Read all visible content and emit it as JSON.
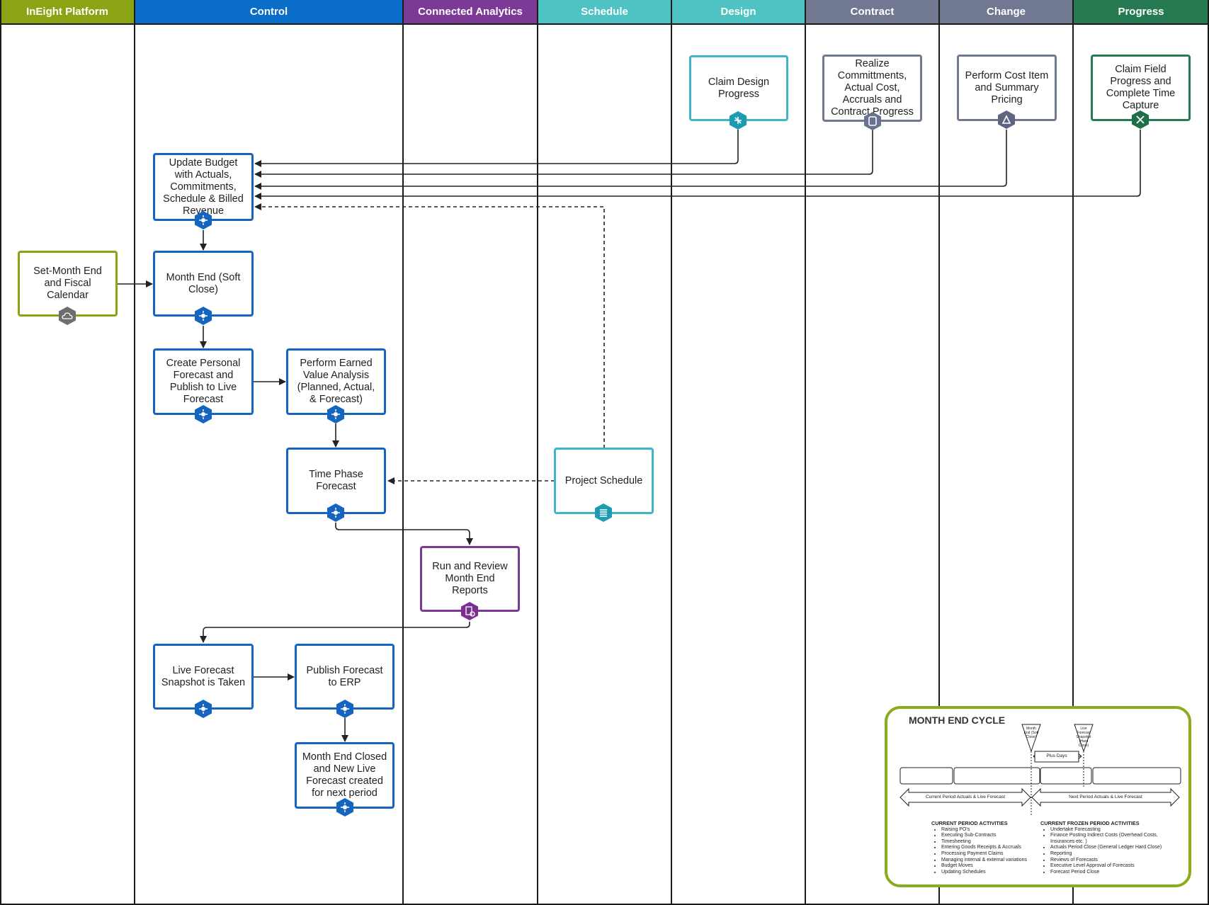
{
  "lanes": [
    {
      "name": "InEight Platform",
      "color": "#8aa414"
    },
    {
      "name": "Control",
      "color": "#0a6ec9"
    },
    {
      "name": "Connected Analytics",
      "color": "#7b3a96"
    },
    {
      "name": "Schedule",
      "color": "#4fc3c3"
    },
    {
      "name": "Design",
      "color": "#4fc3c3"
    },
    {
      "name": "Contract",
      "color": "#717892"
    },
    {
      "name": "Change",
      "color": "#717892"
    },
    {
      "name": "Progress",
      "color": "#267a52"
    }
  ],
  "nodes": {
    "claim_design": {
      "label": "Claim Design Progress",
      "icon": "design-icon"
    },
    "realize_commitments": {
      "label": "Realize Committments, Actual Cost, Accruals and Contract Progress",
      "icon": "contract-icon"
    },
    "cost_item_pricing": {
      "label": "Perform Cost Item and Summary Pricing",
      "icon": "change-icon"
    },
    "claim_field": {
      "label": "Claim Field Progress and Complete Time Capture",
      "icon": "progress-icon"
    },
    "update_budget": {
      "label": "Update Budget with Actuals, Commitments, Schedule & Billed Revenue",
      "icon": "control-icon"
    },
    "set_month_end": {
      "label": "Set-Month End and Fiscal Calendar",
      "icon": "cloud-icon"
    },
    "month_end_soft": {
      "label": "Month End (Soft Close)",
      "icon": "control-icon"
    },
    "personal_forecast": {
      "label": "Create Personal Forecast and Publish to Live Forecast",
      "icon": "control-icon"
    },
    "earned_value": {
      "label": "Perform Earned Value Analysis (Planned, Actual, & Forecast)",
      "icon": "control-icon"
    },
    "time_phase": {
      "label": "Time Phase Forecast",
      "icon": "control-icon"
    },
    "project_schedule": {
      "label": "Project Schedule",
      "icon": "schedule-icon"
    },
    "month_end_reports": {
      "label": "Run and Review Month End Reports",
      "icon": "analytics-icon"
    },
    "snapshot": {
      "label": "Live Forecast Snapshot is Taken",
      "icon": "control-icon"
    },
    "publish_erp": {
      "label": "Publish Forecast to ERP",
      "icon": "control-icon"
    },
    "month_end_closed": {
      "label": "Month End Closed and New Live Forecast created for next period",
      "icon": "control-icon"
    }
  },
  "legend": {
    "title": "MONTH END CYCLE",
    "marker_soft": "Month End (Soft Close)",
    "marker_hard": "Live Forecast Snapshot (Hard Close)",
    "plus_days": "Plus Days",
    "current_label": "Current Period Actuals & Live Forecast",
    "next_label": "Next Period Actuals & Live Forecast",
    "current_header": "CURRENT PERIOD ACTIVITIES",
    "current_items": [
      "Raising PO's",
      "Executing Sub-Contracts",
      "Timesheeting",
      "Entering Goods Receipts & Accruals",
      "Processing Payment Claims",
      "Managing internal & external variations",
      "Budget Moves",
      "Updating Schedules"
    ],
    "frozen_header": "CURRENT FROZEN PERIOD ACTIVITIES",
    "frozen_items": [
      "Undertake Forecasting",
      "Finance Posting Indirect Costs (Overhead Costs, Insurances etc. )",
      "Actuals Period Close (General Ledger Hard Close)",
      "Reporting",
      "Reviews of Forecasts",
      "Executive Level Approval of Forecasts",
      "Forecast Period Close"
    ]
  },
  "colors": {
    "control": "#1565c0",
    "platform": "#8aa414",
    "analytics": "#7b3a96",
    "schedule": "#3fb6c8",
    "contract": "#717892",
    "progress": "#267a52"
  }
}
